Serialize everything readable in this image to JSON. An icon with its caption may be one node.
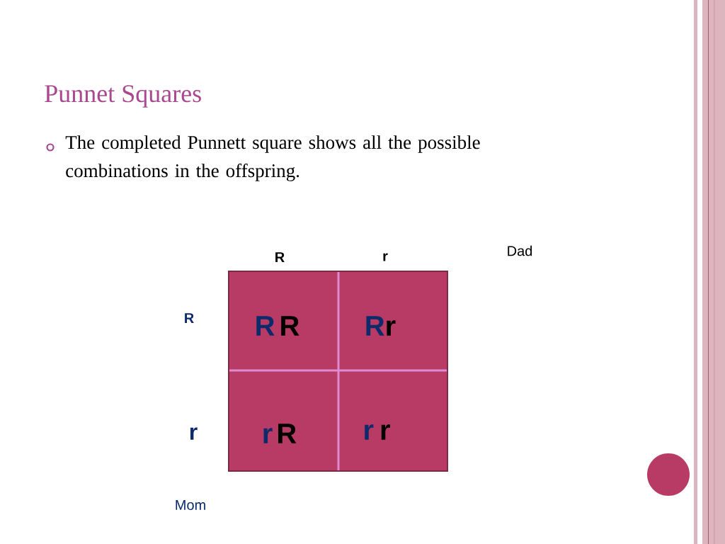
{
  "diagram": {
    "title": "Punnet Squares",
    "nodes": [
      {
        "text": [
          "R",
          "R"
        ]
      },
      {
        "text": [
          "R",
          "r"
        ]
      },
      {
        "text": [
          "r",
          "R"
        ]
      },
      {
        "text": [
          "r",
          "r"
        ]
      }
    ],
    "edges": [],
    "labels": [
      "The completed Punnett square shows all the possible combinations in the offspring.",
      "R",
      "r",
      "Dad",
      "R",
      "r",
      "Mom"
    ]
  }
}
